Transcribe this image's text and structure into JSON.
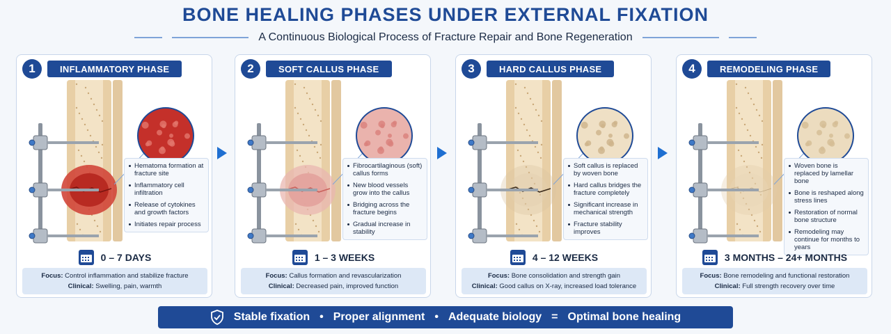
{
  "header": {
    "title": "BONE HEALING PHASES UNDER EXTERNAL FIXATION",
    "subtitle": "A Continuous Biological Process of Fracture Repair and Bone Regeneration"
  },
  "phases": [
    {
      "number": "1",
      "label": "INFLAMMATORY PHASE",
      "bullets": [
        "Hematoma formation at fracture site",
        "Inflammatory cell infiltration",
        "Release of cytokines and growth factors",
        "Initiates repair process"
      ],
      "duration": "0 – 7 DAYS",
      "focus_label": "Focus:",
      "focus": "Control inflammation and stabilize fracture",
      "clinical_label": "Clinical:",
      "clinical": "Swelling, pain, warmth"
    },
    {
      "number": "2",
      "label": "SOFT CALLUS PHASE",
      "bullets": [
        "Fibrocartilaginous (soft) callus forms",
        "New blood vessels grow into the callus",
        "Bridging across the fracture begins",
        "Gradual increase in stability"
      ],
      "duration": "1 – 3 WEEKS",
      "focus_label": "Focus:",
      "focus": "Callus formation and revascularization",
      "clinical_label": "Clinical:",
      "clinical": "Decreased pain, improved function"
    },
    {
      "number": "3",
      "label": "HARD CALLUS PHASE",
      "bullets": [
        "Soft callus is replaced by woven bone",
        "Hard callus bridges the fracture completely",
        "Significant increase in mechanical strength",
        "Fracture stability improves"
      ],
      "duration": "4 – 12 WEEKS",
      "focus_label": "Focus:",
      "focus": "Bone consolidation and strength gain",
      "clinical_label": "Clinical:",
      "clinical": "Good callus on X-ray, increased load tolerance"
    },
    {
      "number": "4",
      "label": "REMODELING PHASE",
      "bullets": [
        "Woven bone is replaced by lamellar bone",
        "Bone is reshaped along stress lines",
        "Restoration of normal bone structure",
        "Remodeling may continue for months to years"
      ],
      "duration": "3 MONTHS – 24+ MONTHS",
      "focus_label": "Focus:",
      "focus": "Bone remodeling and functional restoration",
      "clinical_label": "Clinical:",
      "clinical": "Full strength recovery over time"
    }
  ],
  "banner": {
    "item1": "Stable fixation",
    "sep1": "•",
    "item2": "Proper alignment",
    "sep2": "•",
    "item3": "Adequate biology",
    "equals": "=",
    "result": "Optimal bone healing"
  },
  "colors": {
    "primary": "#1f4a96",
    "arrow": "#1f6fd1",
    "bone": "#e8cfa6",
    "hematoma": "#b5261e",
    "soft_callus": "#e8a4a0",
    "hard_callus": "#d9c2a0"
  }
}
